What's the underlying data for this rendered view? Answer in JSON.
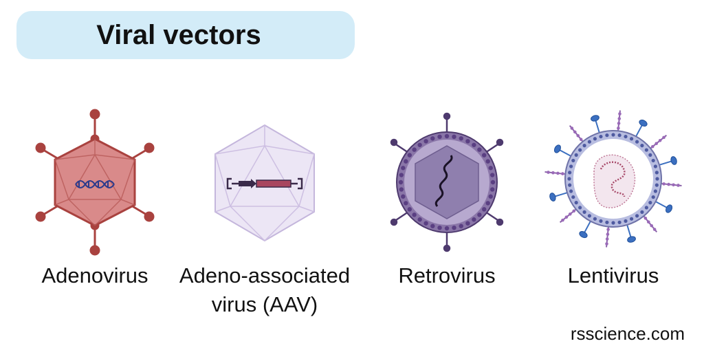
{
  "title": "Viral vectors",
  "vectors": [
    {
      "label": "Adenovirus",
      "icon": "adenovirus-icon",
      "color": "#c96a6a"
    },
    {
      "label_line1": "Adeno-associated",
      "label_line2": "virus (AAV)",
      "icon": "aav-icon",
      "color": "#e3dbef"
    },
    {
      "label": "Retrovirus",
      "icon": "retrovirus-icon",
      "color": "#7c6a9e"
    },
    {
      "label": "Lentivirus",
      "icon": "lentivirus-icon",
      "color": "#8f8fc2"
    }
  ],
  "watermark": "rsscience.com",
  "colors": {
    "title_background": "#d3ecf8",
    "adenovirus_fill": "#d98a8a",
    "adenovirus_stroke": "#a9423f",
    "aav_fill": "#ece6f5",
    "retrovirus_outer": "#8a76a8",
    "lentivirus_outer": "#b8bde0",
    "lentivirus_glycoprotein": "#3b6fc0"
  }
}
